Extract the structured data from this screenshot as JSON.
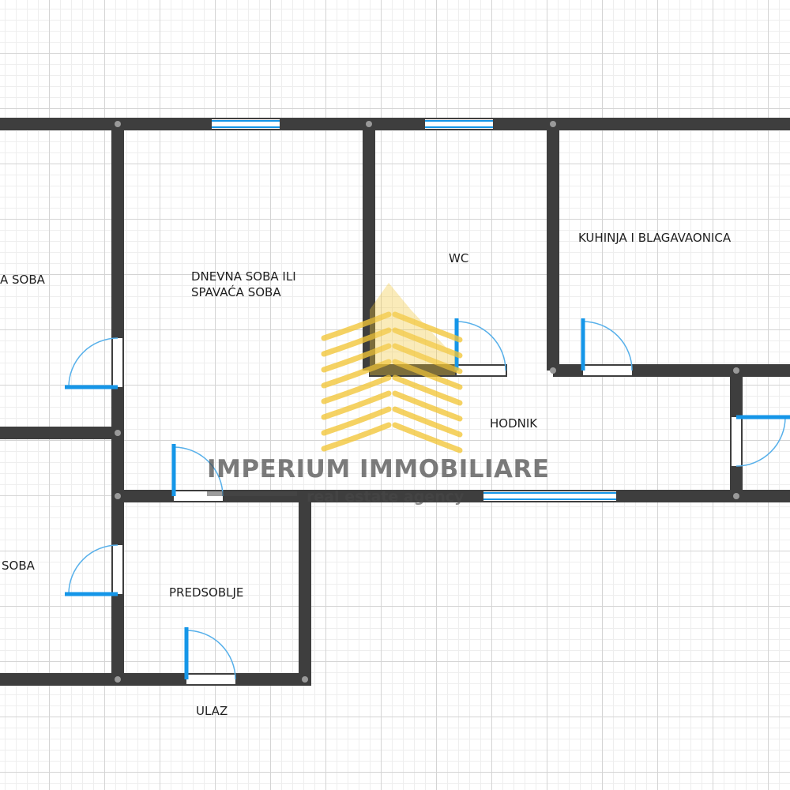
{
  "rooms": {
    "soba_top": "A SOBA",
    "dnevna": "DNEVNA SOBA ILI\nSPAVAĆA SOBA",
    "wc": "WC",
    "kuhinja": "KUHINJA I BLAGAVAONICA",
    "hodnik": "HODNIK",
    "soba_bottom": "SOBA",
    "predsoblje": "PREDSOBLJE",
    "ulaz": "ULAZ"
  },
  "watermark": {
    "name": "IMPERIUM IMMOBILIARE",
    "tagline": "real estate agency"
  },
  "colors": {
    "wall": "#3e3e3e",
    "door": "#1596e8",
    "door_arc": "#57b0ea",
    "logo_gold": "#f2c637"
  }
}
